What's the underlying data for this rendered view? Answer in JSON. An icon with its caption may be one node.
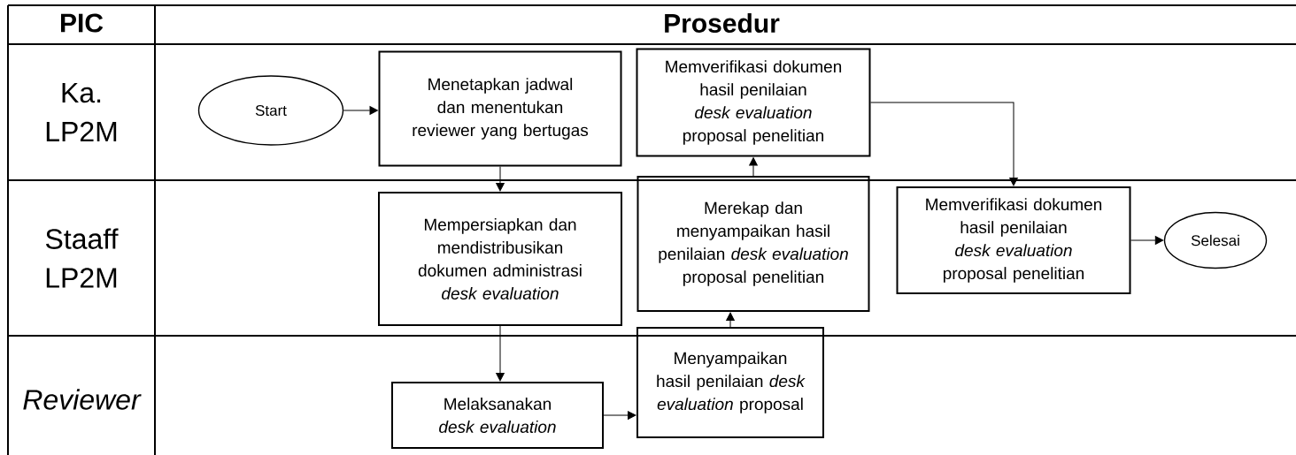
{
  "diagram": {
    "nodes": [
      {
        "text": [
          "PIC"
        ]
      },
      {
        "text": [
          "Prosedur"
        ]
      },
      {
        "text": [
          "Ka. LP2M"
        ]
      },
      {
        "text": [
          "Staaff LP2M"
        ]
      },
      {
        "text": [
          "Reviewer"
        ]
      },
      {
        "text": [
          "Start"
        ]
      },
      {
        "text": [
          "Menetapkan jadwal dan menentukan reviewer yang bertugas"
        ]
      },
      {
        "text": [
          "Memverifikasi dokumen hasil penilaian *desk evaluation* proposal penelitian"
        ]
      },
      {
        "text": [
          "Mempersiapkan dan mendistribusikan dokumen administrasi *desk evaluation*"
        ]
      },
      {
        "text": [
          "Merekap dan menyampaikan hasil penilaian *desk evaluation* proposal penelitian"
        ]
      },
      {
        "text": [
          "Memverifikasi dokumen hasil penilaian *desk evaluation* proposal penelitian"
        ]
      },
      {
        "text": [
          "Selesai"
        ]
      },
      {
        "text": [
          "Melaksanakan *desk evaluation*"
        ]
      },
      {
        "text": [
          "Menyampaikan hasil penilaian *desk evaluation* proposal"
        ]
      }
    ],
    "edges": [
      {
        "from": 5,
        "to": 6,
        "arrow": "to"
      },
      {
        "from": 6,
        "to": 8,
        "arrow": "to"
      },
      {
        "from": 8,
        "to": 12,
        "arrow": "to"
      },
      {
        "from": 12,
        "to": 13,
        "arrow": "to"
      },
      {
        "from": 13,
        "to": 9,
        "arrow": "to"
      },
      {
        "from": 9,
        "to": 7,
        "arrow": "to"
      },
      {
        "from": 7,
        "to": 10,
        "arrow": "to"
      },
      {
        "from": 10,
        "to": 11,
        "arrow": "to"
      }
    ]
  }
}
